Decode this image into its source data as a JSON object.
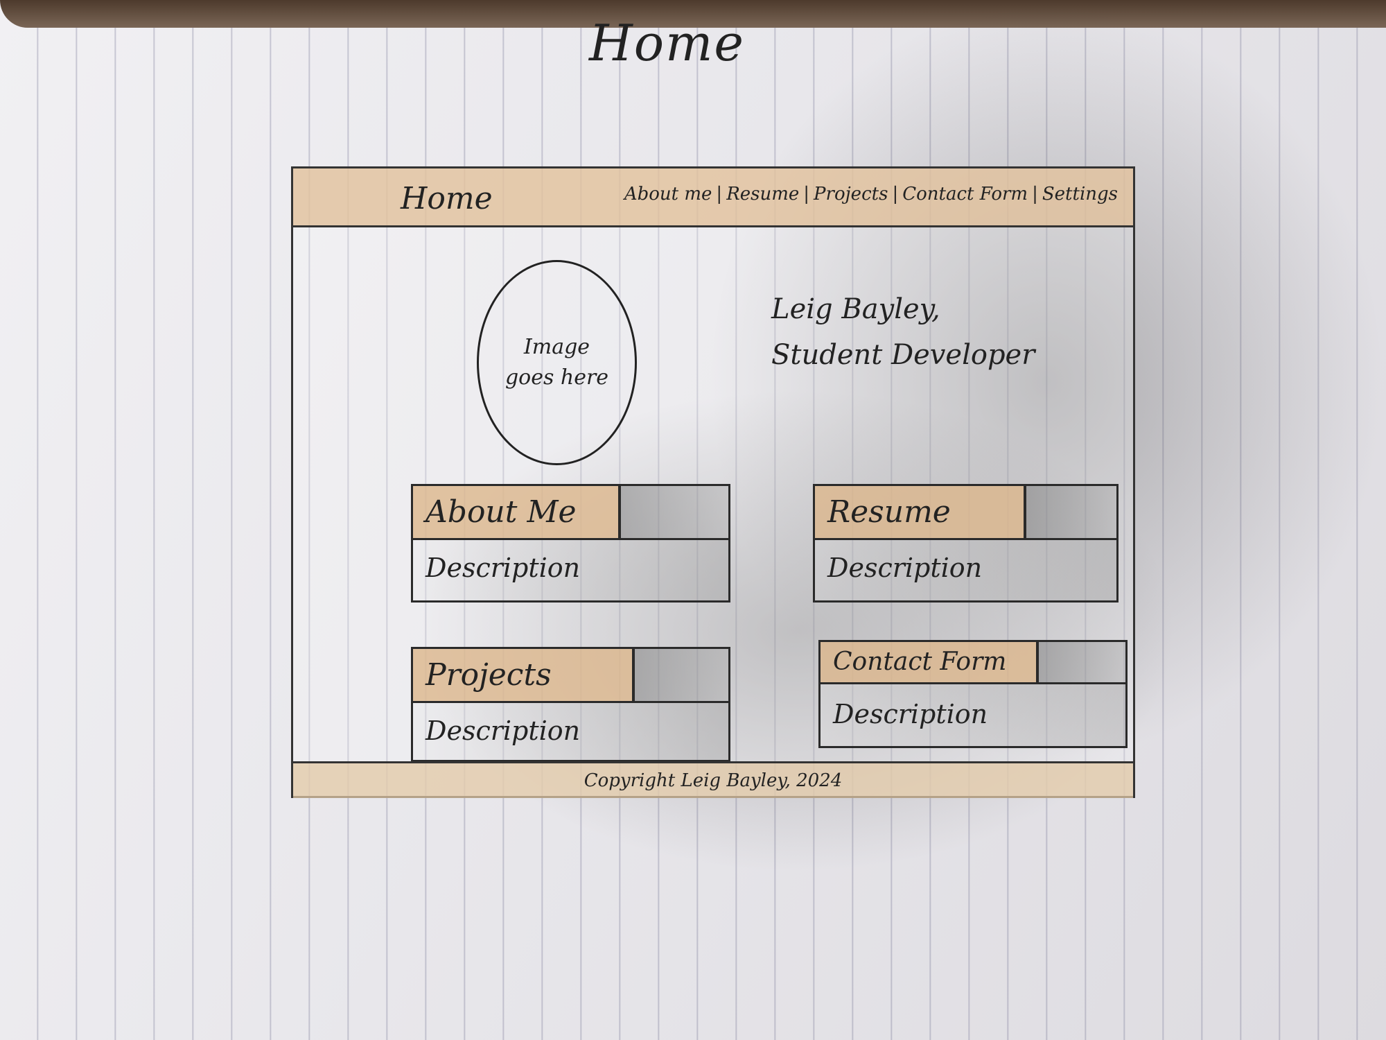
{
  "sheet_title": "Home",
  "header": {
    "brand": "Home",
    "nav": [
      "About me",
      "Resume",
      "Projects",
      "Contact Form",
      "Settings"
    ]
  },
  "hero": {
    "image_placeholder": "Image goes here",
    "name_line": "Leig Bayley,",
    "role_line": "Student Developer"
  },
  "cards": [
    {
      "title": "About Me",
      "description": "Description"
    },
    {
      "title": "Resume",
      "description": "Description"
    },
    {
      "title": "Projects",
      "description": "Description"
    },
    {
      "title": "Contact Form",
      "description": "Description"
    }
  ],
  "footer": {
    "text": "Copyright Leig Bayley, 2024"
  }
}
